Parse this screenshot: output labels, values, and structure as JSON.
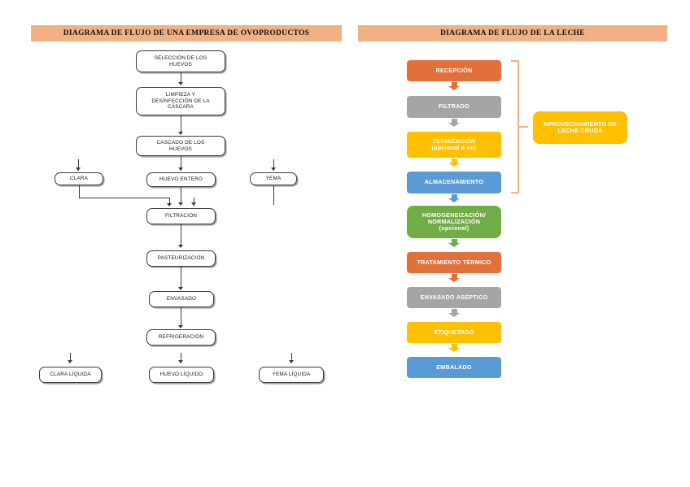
{
  "page": {
    "background": "#ffffff",
    "banner_color": "#F2B183"
  },
  "egg_diagram": {
    "title": "DIAGRAMA DE FLUJO DE UNA EMPRESA DE OVOPRODUCTOS",
    "nodes": {
      "seleccion": {
        "line1": "SELECCIÓN DE LOS",
        "line2": "HUEVOS"
      },
      "limpieza": {
        "line1": "LIMPIEZA Y",
        "line2": "DESINFECCIÓN DE LA",
        "line3": "CÁSCARA"
      },
      "cascado": {
        "line1": "CASCADO DE LOS",
        "line2": "HUEVOS"
      },
      "clara": {
        "label": "CLARA"
      },
      "huevo_entero": {
        "label": "HUEVO ENTERO"
      },
      "yema": {
        "label": "YEMA"
      },
      "filtracion": {
        "label": "FILTRACIÓN"
      },
      "pasteurizacion": {
        "label": "PASTEURIZACIÓN"
      },
      "envasado": {
        "label": "ENVASADO"
      },
      "refrigeracion": {
        "label": "REFRIGERACIÓN"
      },
      "clara_liquida": {
        "label": "CLARA LÍQUIDA"
      },
      "huevo_liquido": {
        "label": "HUEVO LÍQUIDO"
      },
      "yema_liquida": {
        "label": "YEMA LÍQUIDA"
      }
    }
  },
  "milk_diagram": {
    "title": "DIAGRAMA DE FLUJO DE LA LECHE",
    "nodes": {
      "recepcion": {
        "label": "RECEPCIÓN",
        "color": "#E2703A"
      },
      "filtrado": {
        "label": "FILTRADO",
        "color": "#A5A5A5"
      },
      "termizacion": {
        "line1": "TERMIZACIÓN",
        "line2": "(opcional o no)",
        "color": "#FFC000"
      },
      "almacenamiento": {
        "label": "ALMACENAMIENTO",
        "color": "#5B9BD5"
      },
      "homogeneizacion": {
        "line1": "HOMOGENEIZACIÓN/",
        "line2": "NORMALIZACIÓN",
        "line3": "(opcional)",
        "color": "#70AD47"
      },
      "tratamiento": {
        "label": "TRATAMIENTO TÉRMICO",
        "color": "#E2703A"
      },
      "envasado_aseptico": {
        "label": "ENVASADO ASÉPTICO",
        "color": "#A5A5A5"
      },
      "etiquetado": {
        "label": "ETIQUETADO",
        "color": "#FFC000"
      },
      "embalado": {
        "label": "EMBALADO",
        "color": "#5B9BD5"
      }
    },
    "callout": {
      "line1": "APROVECHAMIENTO DE",
      "line2": "LECHE CRUDA",
      "color": "#FFC000",
      "bracket_color": "#F4B183"
    }
  }
}
